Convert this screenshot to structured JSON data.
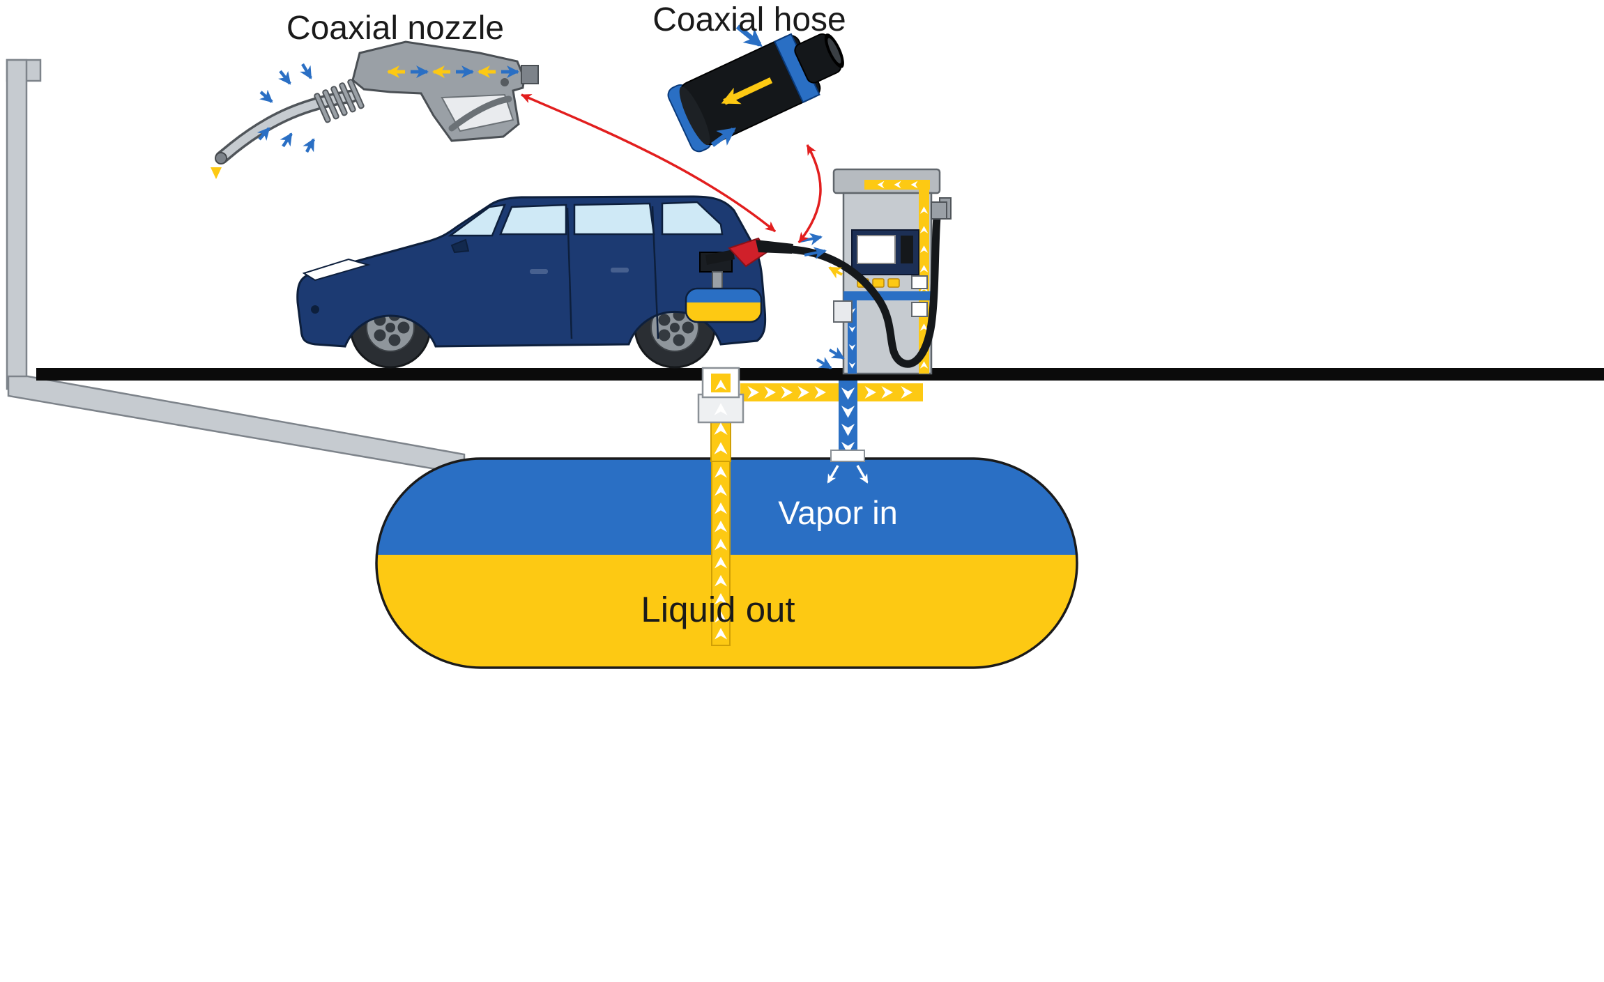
{
  "callouts": {
    "nozzle_label": "Coaxial nozzle",
    "hose_label": "Coaxial hose"
  },
  "tank": {
    "vapor_label": "Vapor in",
    "liquid_label": "Liquid out"
  },
  "colors": {
    "liquid_yellow": "#FDC913",
    "vapor_blue": "#2A6FC4",
    "car_body_blue": "#1C3A72",
    "callout_red": "#E21E1E",
    "metal_gray": "#9AA0A6",
    "light_gray": "#C6CBD0",
    "ground_black": "#0B0B0B",
    "window_blue": "#CFE9F6"
  }
}
